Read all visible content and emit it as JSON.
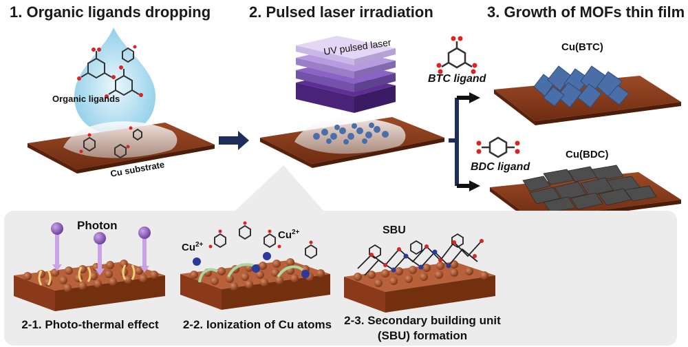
{
  "steps": {
    "step1": "1. Organic ligands dropping",
    "step2": "2. Pulsed laser irradiation",
    "step3": "3. Growth of MOFs thin film"
  },
  "labels": {
    "organic_ligands": "Organic ligands",
    "cu_substrate": "Cu substrate",
    "uv_laser": "UV pulsed laser",
    "btc_ligand": "BTC ligand",
    "bdc_ligand": "BDC ligand",
    "cu_btc": "Cu(BTC)",
    "cu_bdc": "Cu(BDC)",
    "photon": "Photon",
    "cu_ion": "Cu",
    "cu_charge": "2+",
    "sbu": "SBU"
  },
  "captions": {
    "c1": "2-1. Photo-thermal effect",
    "c2": "2-2. Ionization of Cu atoms",
    "c3_line1": "2-3. Secondary building unit",
    "c3_line2": "(SBU) formation"
  },
  "colors": {
    "substrate": "#8b3e1f",
    "droplet": "#a9dcef",
    "laser": "#9a7fd1",
    "mof_btc": "#4a6fa8",
    "mof_bdc": "#4a4a4a",
    "arrow_navy": "#1f2d5a",
    "ion": "#2a3a9a"
  }
}
